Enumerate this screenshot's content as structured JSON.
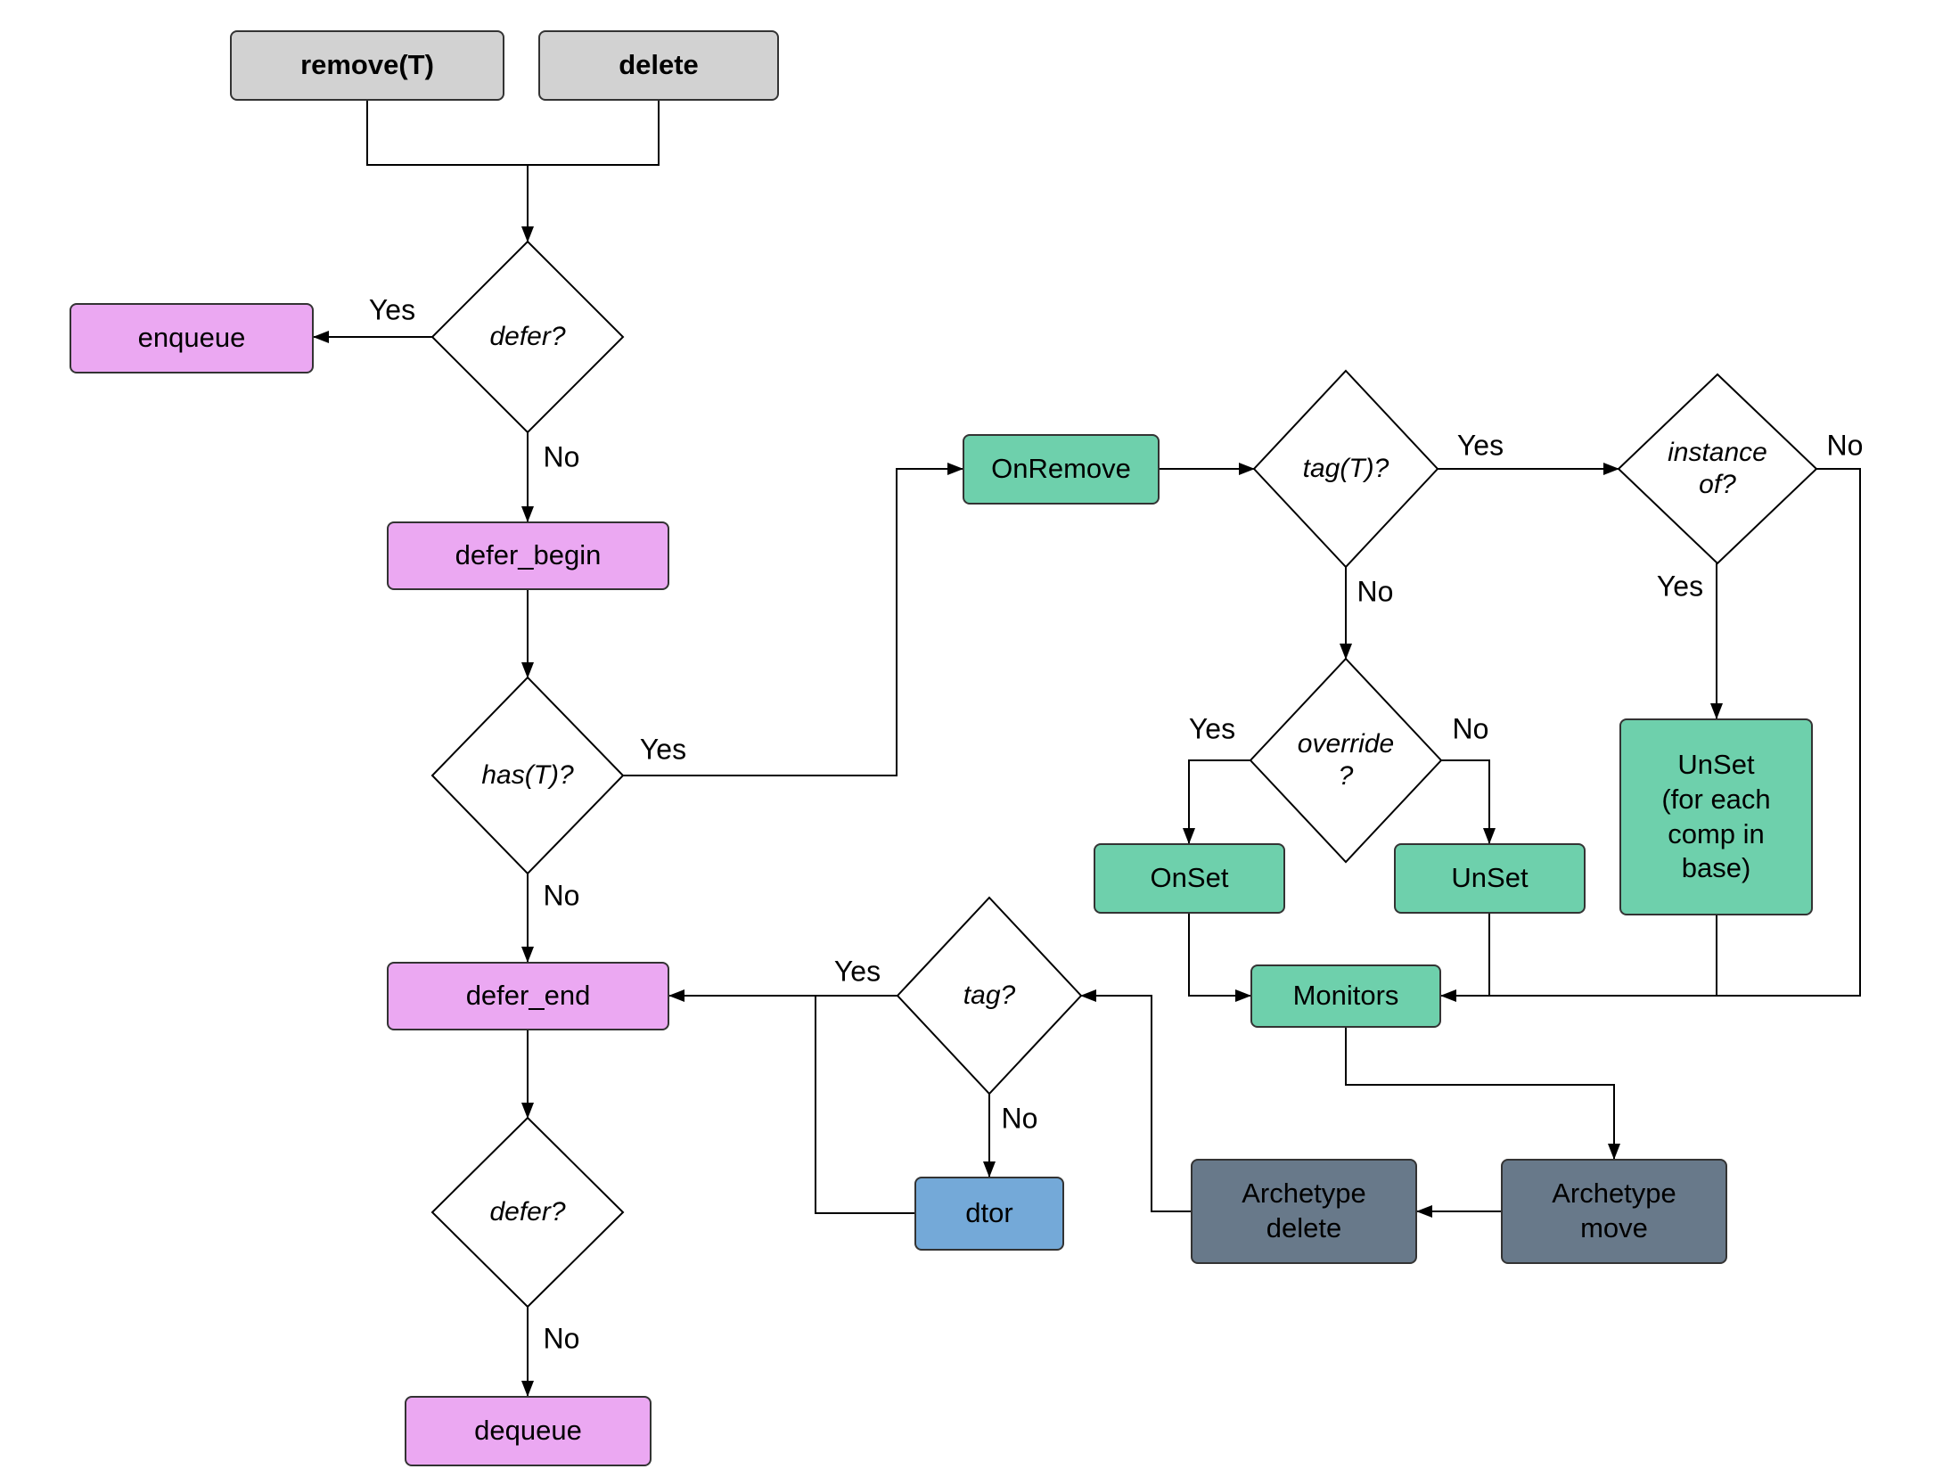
{
  "diagram": {
    "entry_nodes": {
      "remove_t": "remove(T)",
      "delete": "delete"
    },
    "process_nodes": {
      "enqueue": "enqueue",
      "defer_begin": "defer_begin",
      "defer_end": "defer_end",
      "dequeue": "dequeue"
    },
    "decision_nodes": {
      "defer_1": "defer?",
      "has_t": "has(T)?",
      "tag_t": "tag(T)?",
      "instance_of": "instance\nof?",
      "override": "override\n?",
      "tag": "tag?",
      "defer_2": "defer?"
    },
    "hook_nodes": {
      "on_remove": "OnRemove",
      "on_set": "OnSet",
      "unset": "UnSet",
      "unset_for_each": "UnSet\n(for each\ncomp in\nbase)",
      "monitors": "Monitors"
    },
    "archetype_nodes": {
      "archetype_delete": "Archetype\ndelete",
      "archetype_move": "Archetype\nmove"
    },
    "dtor_node": "dtor",
    "edge_labels": {
      "yes": "Yes",
      "no": "No"
    },
    "colors": {
      "entry_fill": "#d2d2d2",
      "process_fill": "#eba8f2",
      "hook_fill": "#6ed0ac",
      "dtor_fill": "#74a9d8",
      "archetype_fill": "#68798a",
      "stroke": "#000000",
      "background": "#ffffff"
    }
  }
}
